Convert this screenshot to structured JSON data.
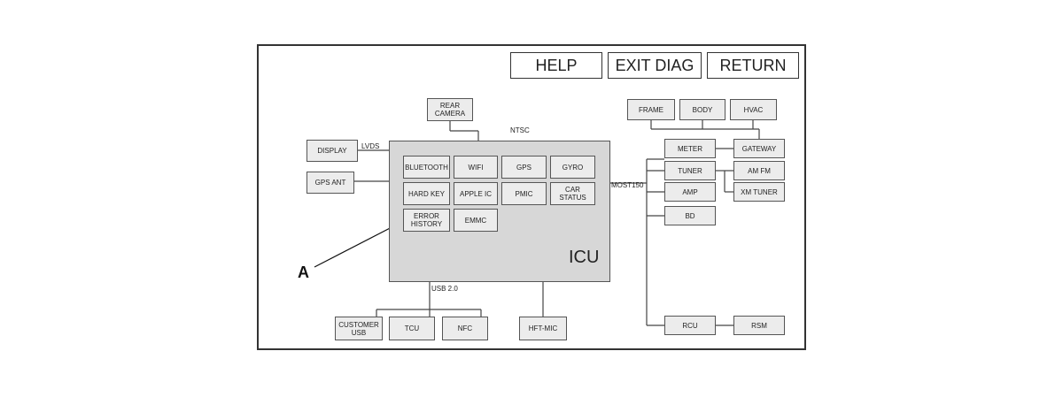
{
  "buttons": {
    "help": "HELP",
    "exit_diag": "EXIT DIAG",
    "return": "RETURN"
  },
  "icu": {
    "label": "ICU",
    "modules": {
      "bluetooth": "BLUETOOTH",
      "wifi": "WIFI",
      "gps": "GPS",
      "gyro": "GYRO",
      "hard_key": "HARD KEY",
      "apple_ic": "APPLE IC",
      "pmic": "PMIC",
      "car_status": "CAR STATUS",
      "error_history": "ERROR HISTORY",
      "emmc": "EMMC"
    }
  },
  "peripherals": {
    "rear_camera": "REAR CAMERA",
    "display": "DISPLAY",
    "gps_ant": "GPS ANT",
    "customer_usb": "CUSTOMER USB",
    "tcu": "TCU",
    "nfc": "NFC",
    "hft_mic": "HFT-MIC"
  },
  "network": {
    "frame": "FRAME",
    "body": "BODY",
    "hvac": "HVAC",
    "meter": "METER",
    "tuner": "TUNER",
    "amp": "AMP",
    "bd": "BD",
    "gateway": "GATEWAY",
    "am_fm": "AM FM",
    "xm_tuner": "XM TUNER",
    "rcu": "RCU",
    "rsm": "RSM"
  },
  "links": {
    "ntsc": "NTSC",
    "lvds": "LVDS",
    "most150": "MOST150",
    "usb": "USB 2.0"
  },
  "callout": "A"
}
